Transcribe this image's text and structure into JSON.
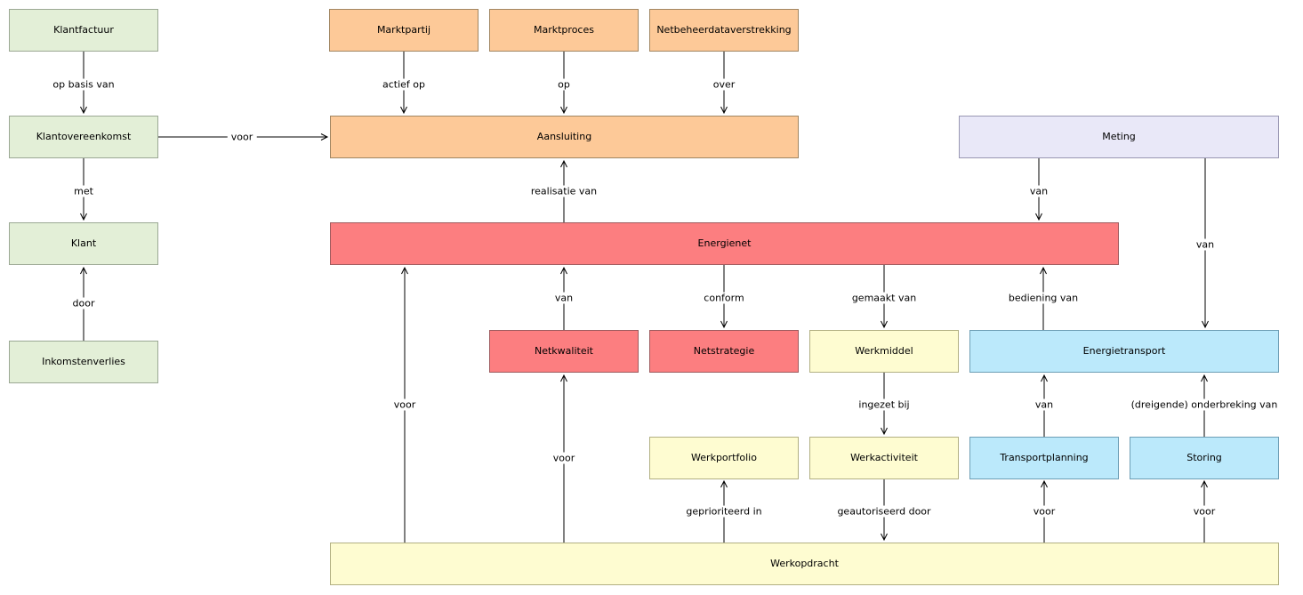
{
  "diagram": {
    "palette": {
      "background": "#ffffff",
      "edge_color": "#000000",
      "text_color": "#000000",
      "green_fill": "#e3efd7",
      "green_border": "#9ba894",
      "orange_fill": "#fdc998",
      "orange_border": "#a18662",
      "red_fill": "#fc7e80",
      "red_border": "#9e5b5e",
      "lavender_fill": "#e9e8f8",
      "lavender_border": "#9997b3",
      "yellow_fill": "#fefcd1",
      "yellow_border": "#b2b083",
      "cyan_fill": "#bbe9fb",
      "cyan_border": "#6d9eb5"
    },
    "nodes": [
      {
        "label": "Klantfactuur",
        "color": "green"
      },
      {
        "label": "Klantovereenkomst",
        "color": "green"
      },
      {
        "label": "Klant",
        "color": "green"
      },
      {
        "label": "Inkomstenverlies",
        "color": "green"
      },
      {
        "label": "Marktpartij",
        "color": "orange"
      },
      {
        "label": "Marktproces",
        "color": "orange"
      },
      {
        "label": "Netbeheerdataverstrekking",
        "color": "orange"
      },
      {
        "label": "Aansluiting",
        "color": "orange"
      },
      {
        "label": "Meting",
        "color": "lavender"
      },
      {
        "label": "Energienet",
        "color": "red"
      },
      {
        "label": "Netkwaliteit",
        "color": "red"
      },
      {
        "label": "Netstrategie",
        "color": "red"
      },
      {
        "label": "Werkmiddel",
        "color": "yellow"
      },
      {
        "label": "Energietransport",
        "color": "cyan"
      },
      {
        "label": "Werkportfolio",
        "color": "yellow"
      },
      {
        "label": "Werkactiviteit",
        "color": "yellow"
      },
      {
        "label": "Transportplanning",
        "color": "cyan"
      },
      {
        "label": "Storing",
        "color": "cyan"
      },
      {
        "label": "Werkopdracht",
        "color": "yellow"
      }
    ],
    "edges": [
      {
        "from": "Klantfactuur",
        "to": "Klantovereenkomst",
        "label": "op basis van"
      },
      {
        "from": "Klantovereenkomst",
        "to": "Aansluiting",
        "label": "voor"
      },
      {
        "from": "Klantovereenkomst",
        "to": "Klant",
        "label": "met"
      },
      {
        "from": "Inkomstenverlies",
        "to": "Klant",
        "label": "door"
      },
      {
        "from": "Marktpartij",
        "to": "Aansluiting",
        "label": "actief op"
      },
      {
        "from": "Marktproces",
        "to": "Aansluiting",
        "label": "op"
      },
      {
        "from": "Netbeheerdataverstrekking",
        "to": "Aansluiting",
        "label": "over"
      },
      {
        "from": "Energienet",
        "to": "Aansluiting",
        "label": "realisatie van"
      },
      {
        "from": "Meting",
        "to": "Energienet",
        "label": "van"
      },
      {
        "from": "Meting",
        "to": "Energietransport",
        "label": "van"
      },
      {
        "from": "Netkwaliteit",
        "to": "Energienet",
        "label": "van"
      },
      {
        "from": "Energienet",
        "to": "Netstrategie",
        "label": "conform"
      },
      {
        "from": "Energienet",
        "to": "Werkmiddel",
        "label": "gemaakt van"
      },
      {
        "from": "Energietransport",
        "to": "Energienet",
        "label": "bediening van"
      },
      {
        "from": "Werkmiddel",
        "to": "Werkactiviteit",
        "label": "ingezet bij"
      },
      {
        "from": "Transportplanning",
        "to": "Energietransport",
        "label": "van"
      },
      {
        "from": "Storing",
        "to": "Energietransport",
        "label": "(dreigende) onderbreking van"
      },
      {
        "from": "Werkopdracht",
        "to": "Energienet",
        "label": "voor"
      },
      {
        "from": "Werkopdracht",
        "to": "Netkwaliteit",
        "label": "voor"
      },
      {
        "from": "Werkopdracht",
        "to": "Werkportfolio",
        "label": "geprioriteerd in"
      },
      {
        "from": "Werkactiviteit",
        "to": "Werkopdracht",
        "label": "geautoriseerd door"
      },
      {
        "from": "Werkopdracht",
        "to": "Transportplanning",
        "label": "voor"
      },
      {
        "from": "Werkopdracht",
        "to": "Storing",
        "label": "voor"
      }
    ]
  }
}
